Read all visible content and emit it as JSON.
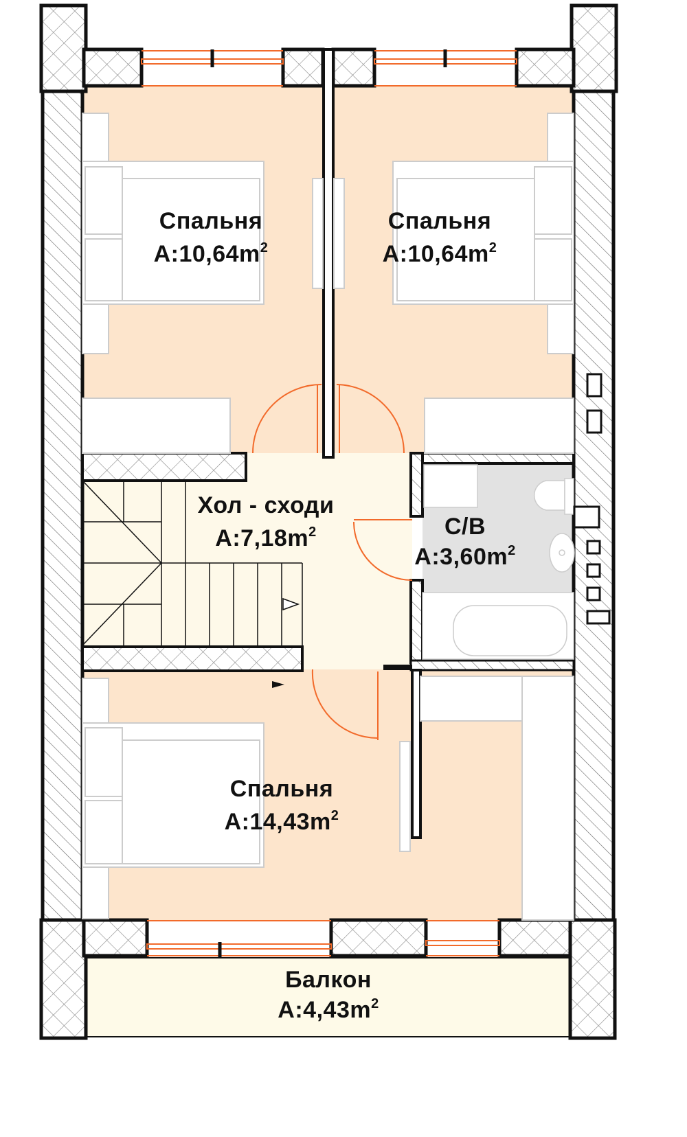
{
  "plan": {
    "colors": {
      "bedroom": "#fde5cc",
      "hall": "#fef9e9",
      "bathroom": "#e2e2e2",
      "balcony": "#fefae8",
      "door": "#f26a2a",
      "wall": "#111111"
    },
    "rooms": [
      {
        "name": "Спальня",
        "area": "A:10,64m",
        "unit_sup": "2"
      },
      {
        "name": "Спальня",
        "area": "A:10,64m",
        "unit_sup": "2"
      },
      {
        "name": "Хол - сходи",
        "area": "A:7,18m",
        "unit_sup": "2"
      },
      {
        "name": "С/В",
        "area": "A:3,60m",
        "unit_sup": "2"
      },
      {
        "name": "Спальня",
        "area": "A:14,43m",
        "unit_sup": "2"
      },
      {
        "name": "Балкон",
        "area": "A:4,43m",
        "unit_sup": "2"
      }
    ]
  }
}
